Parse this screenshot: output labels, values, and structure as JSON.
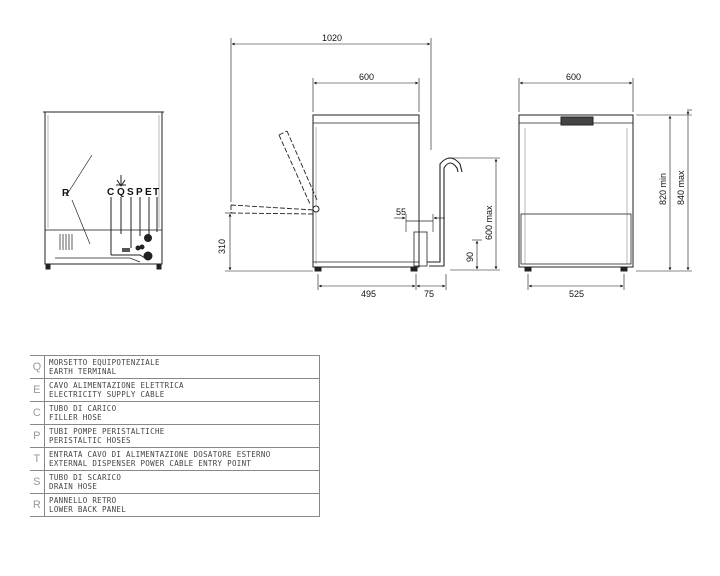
{
  "dimensions": {
    "overall_width": "1020",
    "side_depth": "600",
    "front_width": "600",
    "door_height": "310",
    "pipe_offset": "55",
    "drain_max_height": "600 max",
    "drain_height": "90",
    "height_min": "820 min",
    "height_max": "840 max",
    "base_depth": "495",
    "rear_gap": "75",
    "front_base_width": "525"
  },
  "back_view": {
    "label_r": "R",
    "connection_labels": [
      "C",
      "Q",
      "S",
      "P",
      "E",
      "T"
    ]
  },
  "legend": [
    {
      "code": "Q",
      "it": "MORSETTO EQUIPOTENZIALE",
      "en": "EARTH TERMINAL"
    },
    {
      "code": "E",
      "it": "CAVO ALIMENTAZIONE ELETTRICA",
      "en": "ELECTRICITY SUPPLY CABLE"
    },
    {
      "code": "C",
      "it": "TUBO DI CARICO",
      "en": "FILLER HOSE"
    },
    {
      "code": "P",
      "it": "TUBI POMPE PERISTALTICHE",
      "en": "PERISTALTIC HOSES"
    },
    {
      "code": "T",
      "it": "ENTRATA CAVO DI ALIMENTAZIONE DOSATORE ESTERNO",
      "en": "EXTERNAL DISPENSER POWER CABLE ENTRY POINT"
    },
    {
      "code": "S",
      "it": "TUBO DI SCARICO",
      "en": "DRAIN HOSE"
    },
    {
      "code": "R",
      "it": "PANNELLO RETRO",
      "en": "LOWER BACK PANEL"
    }
  ]
}
